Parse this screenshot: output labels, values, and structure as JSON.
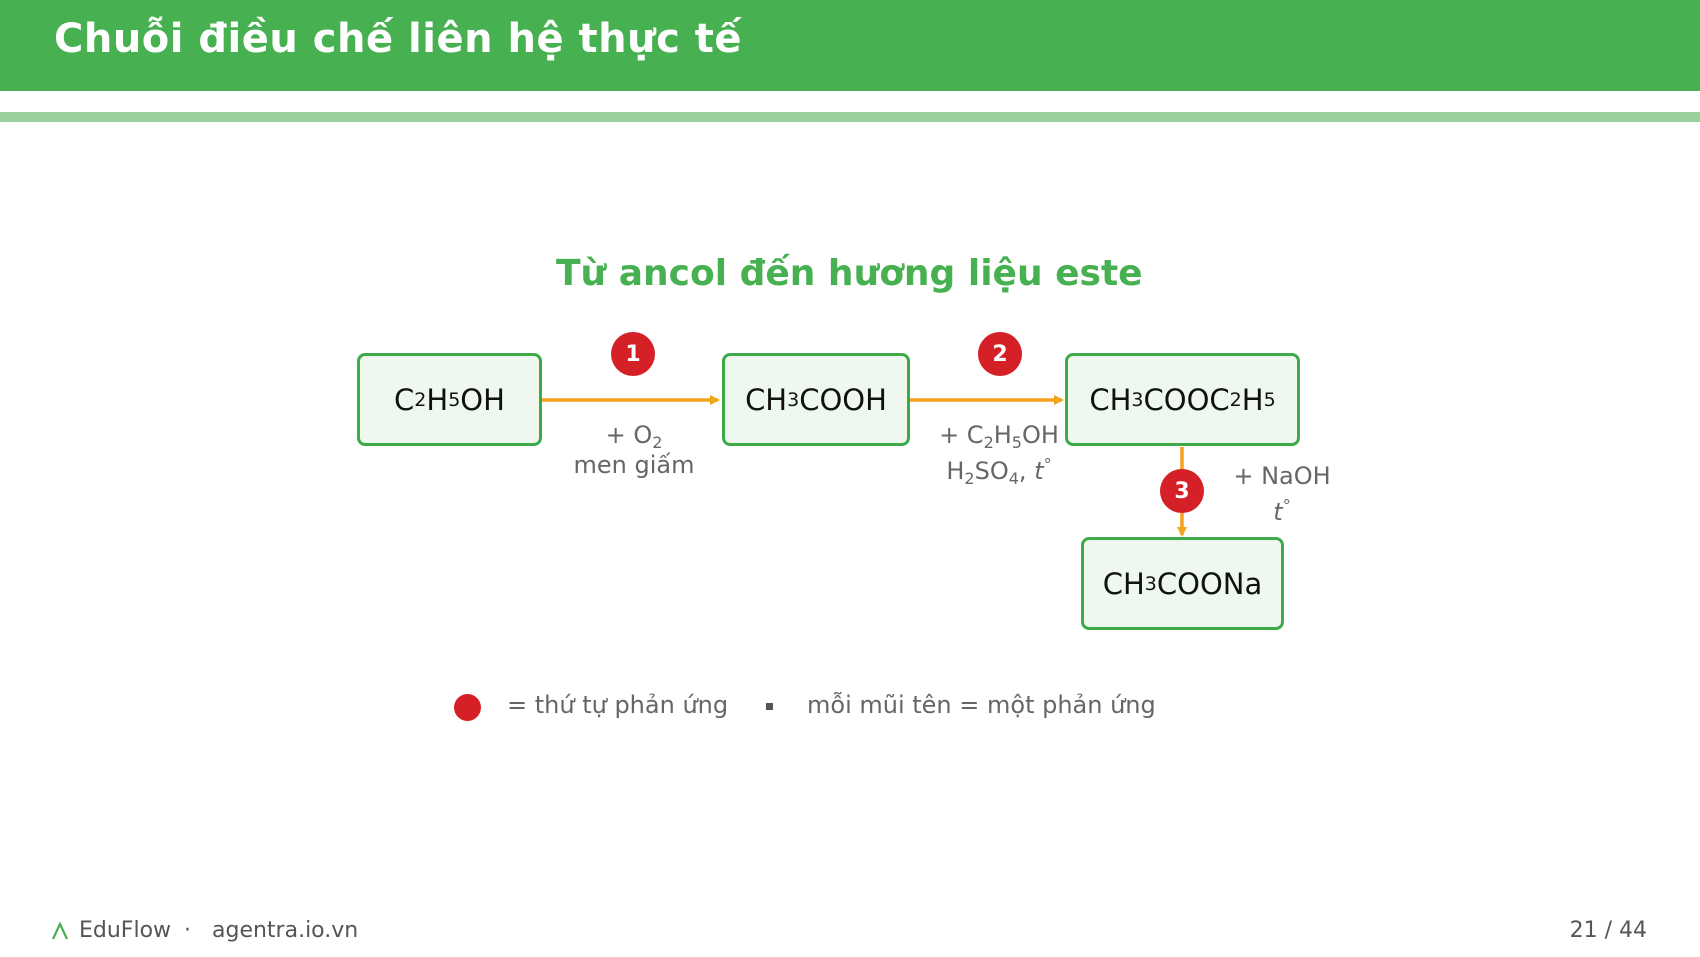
{
  "header": {
    "title": "Chuỗi điều chế liên hệ thực tế"
  },
  "diagram": {
    "title": "Từ ancol đến hương liệu este",
    "nodes": {
      "ethanol": {
        "parts": [
          "C",
          "2",
          "H",
          "5",
          "OH"
        ]
      },
      "acetic_acid": {
        "parts": [
          "CH",
          "3",
          "COOH"
        ]
      },
      "ethyl_acetate": {
        "parts": [
          "CH",
          "3",
          "COOC",
          "2",
          "H",
          "5"
        ]
      },
      "sodium_acetate": {
        "parts": [
          "CH",
          "3",
          "COONa"
        ]
      }
    },
    "steps": [
      {
        "number": "1",
        "reagent_prefix": "+ O",
        "reagent_sub": "2",
        "condition": "men giấm"
      },
      {
        "number": "2",
        "reagent_parts": [
          "+ C",
          "2",
          "H",
          "5",
          "OH"
        ],
        "condition_parts": [
          "H",
          "2",
          "SO",
          "4",
          ", ",
          "t",
          "°"
        ]
      },
      {
        "number": "3",
        "reagent": "+ NaOH",
        "condition_parts": [
          "t",
          "°"
        ]
      }
    ],
    "colors": {
      "node_border": "#3fab48",
      "node_fill": "#eef8ef",
      "arrow": "#f5a31a",
      "badge": "#d62027",
      "title": "#47b151"
    }
  },
  "legend": {
    "dot_meaning": "= thứ tự phản ứng",
    "arrow_meaning": "mỗi mũi tên = một phản ứng"
  },
  "footer": {
    "brand": "EduFlow",
    "separator": "·",
    "site": "agentra.io.vn",
    "page": "21 / 44"
  }
}
